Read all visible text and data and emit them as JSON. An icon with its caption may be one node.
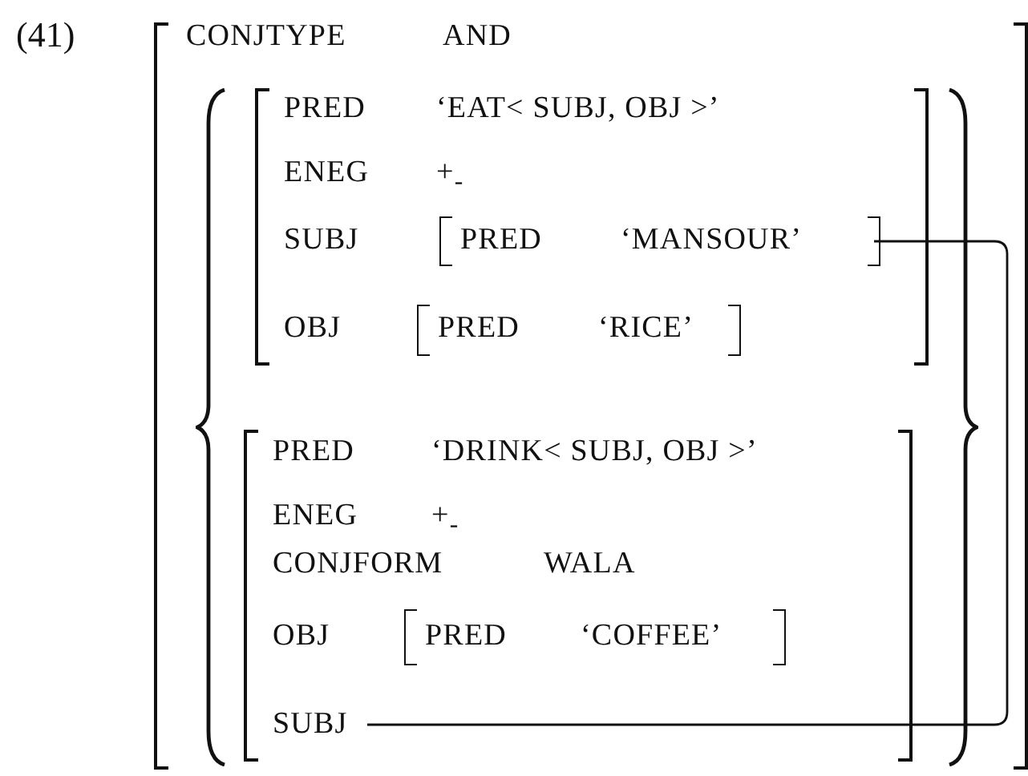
{
  "diagram": {
    "nodes": [
      {
        "text": [
          "CONJTYPE",
          "AND"
        ]
      },
      {
        "text": [],
        "shape": "brace",
        "in": 0
      },
      {
        "text": [
          "PRED",
          "‘EAT< SUBJ, OBJ >’",
          "ENEG",
          "+$_{-}$",
          "SUBJ",
          "OBJ"
        ],
        "in": 1
      },
      {
        "text": [
          "PRED",
          "‘MANSOUR’"
        ],
        "in": 2
      },
      {
        "text": [
          "PRED",
          "‘RICE’"
        ],
        "in": 2
      },
      {
        "text": [
          "PRED",
          "‘DRINK< SUBJ, OBJ >’",
          "ENEG",
          "+$_{-}$",
          "CONJFORM",
          "WALA",
          "OBJ"
        ],
        "in": 1
      },
      {
        "text": [
          "PRED",
          "‘COFFEE’"
        ],
        "in": 5
      },
      {
        "text": [
          "SUBJ"
        ],
        "in": 5
      }
    ],
    "edges": [
      {
        "from": 3,
        "to": 7,
        "arrow": "none"
      }
    ],
    "labels": [
      "(41)"
    ]
  }
}
